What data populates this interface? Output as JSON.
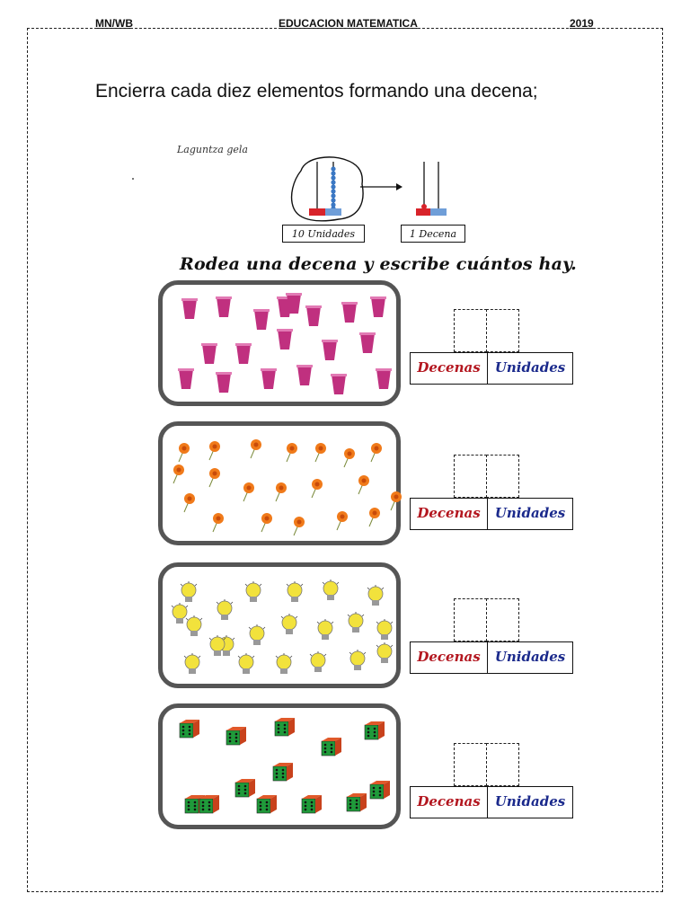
{
  "header": {
    "left": "MN/WB",
    "center": "EDUCACION MATEMATICA",
    "right": "2019"
  },
  "instruction": "Encierra cada diez elementos formando una decena;",
  "hint": "Laguntza gela",
  "diagram": {
    "label_left": "10 Unidades",
    "label_right": "1 Decena"
  },
  "subtitle": "Rodea una decena y escribe cuántos hay.",
  "answer_labels": {
    "decenas": "Decenas",
    "unidades": "Unidades"
  },
  "groups": [
    {
      "item": "cup-icon",
      "count": 19,
      "color": "#c0307f"
    },
    {
      "item": "flower-icon",
      "count": 20,
      "color": "#f07a1a"
    },
    {
      "item": "lightbulb-icon",
      "count": 21,
      "color": "#f2e23c"
    },
    {
      "item": "dice-icon",
      "count": 13,
      "color": "#1f9a3a"
    }
  ]
}
